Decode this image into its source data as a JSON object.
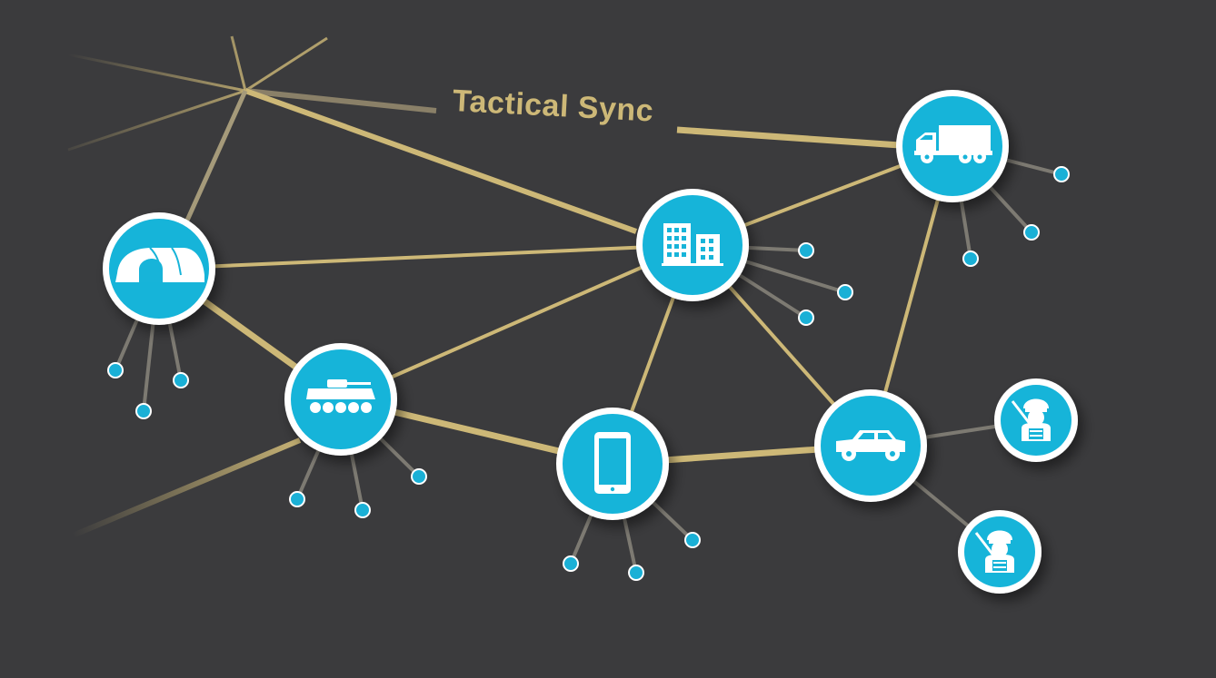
{
  "title": "Tactical Sync",
  "colors": {
    "background": "#3b3b3d",
    "link": "#cdb877",
    "node_fill": "#17b4d9",
    "node_ring": "#ffffff",
    "endpoint": "#1ab0d6",
    "spoke": "#7d7a72"
  },
  "nodes": [
    {
      "id": "hangar",
      "icon": "hangar-icon"
    },
    {
      "id": "tank",
      "icon": "tank-icon"
    },
    {
      "id": "building",
      "icon": "building-icon"
    },
    {
      "id": "tablet",
      "icon": "tablet-icon"
    },
    {
      "id": "truck",
      "icon": "truck-icon"
    },
    {
      "id": "humvee",
      "icon": "humvee-icon"
    },
    {
      "id": "soldier-1",
      "icon": "soldier-icon"
    },
    {
      "id": "soldier-2",
      "icon": "soldier-icon"
    }
  ],
  "links": [
    [
      "hangar",
      "building"
    ],
    [
      "hangar",
      "tank"
    ],
    [
      "tank",
      "building"
    ],
    [
      "tank",
      "tablet"
    ],
    [
      "tablet",
      "building"
    ],
    [
      "tablet",
      "humvee"
    ],
    [
      "building",
      "humvee"
    ],
    [
      "building",
      "truck"
    ],
    [
      "truck",
      "humvee"
    ],
    [
      "humvee",
      "soldier-1"
    ],
    [
      "humvee",
      "soldier-2"
    ]
  ]
}
